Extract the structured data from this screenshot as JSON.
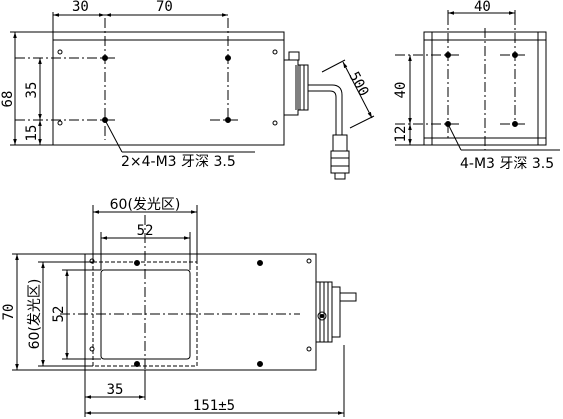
{
  "top_view": {
    "dim_left": "30",
    "dim_middle": "70",
    "dim_height": "68",
    "dim_upper": "35",
    "dim_lower": "15",
    "cable_length": "500",
    "hole_callout": "2×4-M3 牙深 3.5"
  },
  "side_view": {
    "dim_width": "40",
    "dim_height": "40",
    "dim_lower": "12",
    "hole_callout": "4-M3 牙深 3.5"
  },
  "front_view": {
    "dim_emit_width": "60(发光区)",
    "dim_inner_width": "52",
    "dim_height": "70",
    "dim_emit_height": "60(发光区)",
    "dim_inner_height": "52",
    "dim_offset": "35",
    "dim_length": "151±5"
  }
}
